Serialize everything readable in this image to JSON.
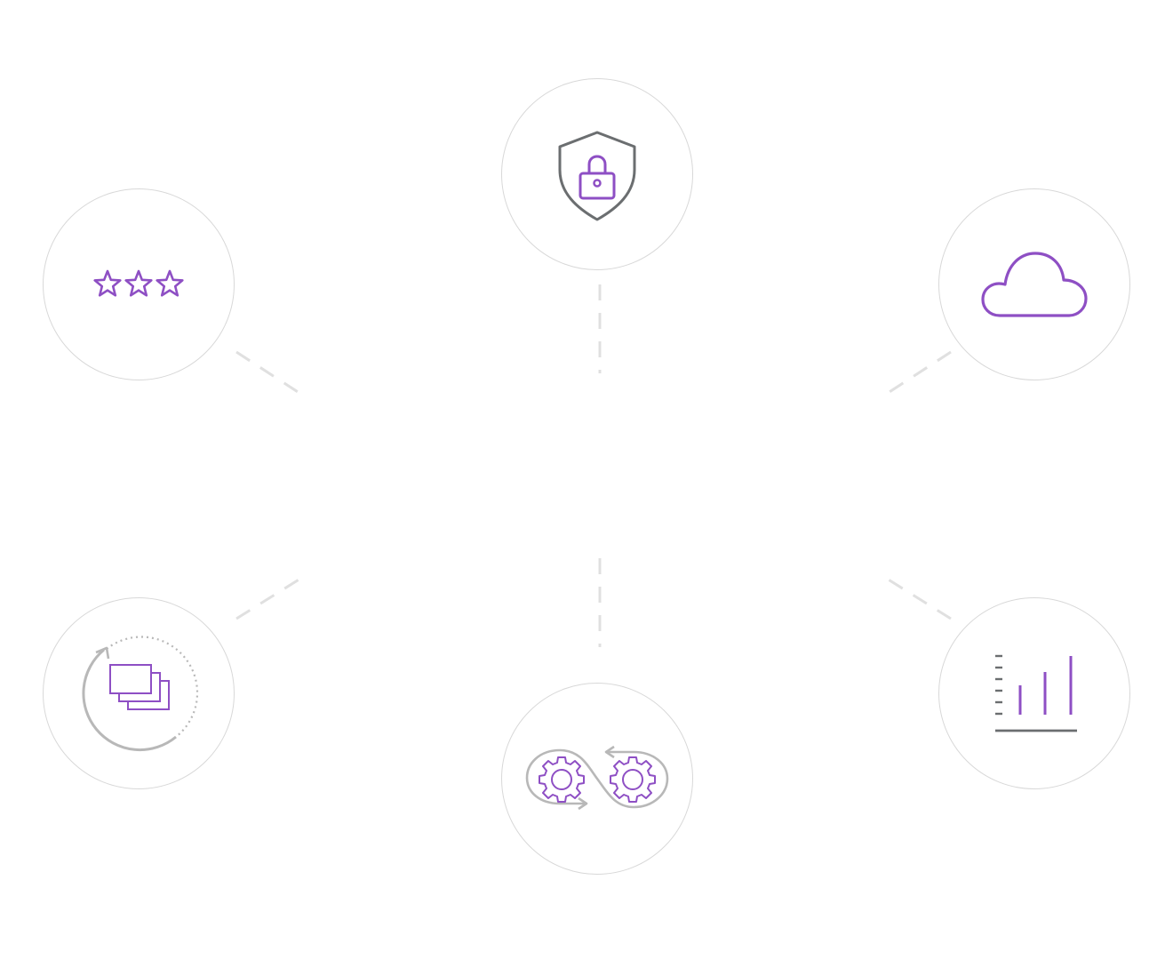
{
  "diagram": {
    "colors": {
      "accent": "#8e4fc4",
      "neutral": "#6b6e70",
      "light": "#b8b8b8",
      "ring": "#d8d8d8",
      "connector": "#e0e0e0"
    },
    "nodes": [
      {
        "id": "security",
        "icon": "shield-lock-icon"
      },
      {
        "id": "rating",
        "icon": "three-stars-icon"
      },
      {
        "id": "cloud",
        "icon": "cloud-icon"
      },
      {
        "id": "cycle",
        "icon": "stacked-cards-cycle-icon"
      },
      {
        "id": "metrics",
        "icon": "bar-chart-icon"
      },
      {
        "id": "gears",
        "icon": "gears-exchange-icon"
      }
    ]
  }
}
